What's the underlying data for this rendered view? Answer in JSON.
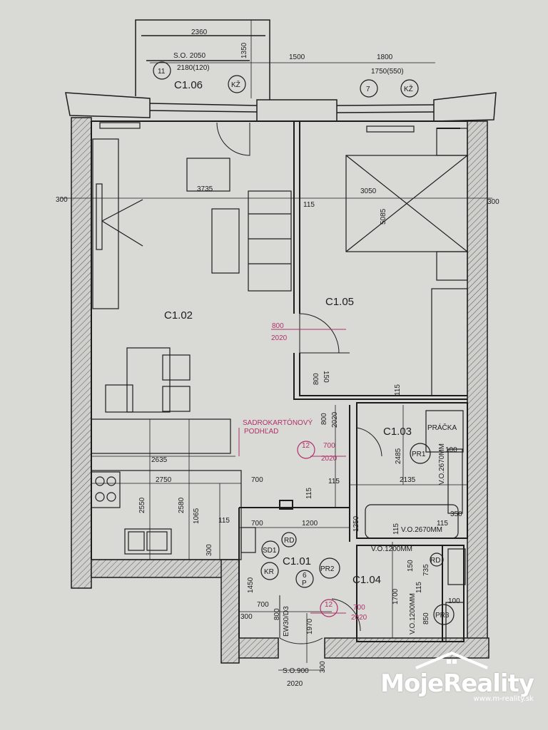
{
  "rooms": {
    "c101": "C1.01",
    "c102": "C1.02",
    "c103": "C1.03",
    "c104": "C1.04",
    "c105": "C1.05",
    "c106": "C1.06"
  },
  "labels": {
    "kz": "KŽ",
    "pracka": "PRÁČKA",
    "pr1": "PR1",
    "pr2": "PR2",
    "pr3": "PR3",
    "rd": "RD",
    "sd1": "SD1",
    "kr": "KR",
    "n11": "11",
    "n7": "7",
    "n12": "12",
    "n6": "6",
    "p": "P",
    "ew": "EW30/D3",
    "sadro1": "SADROKARTÓNOVÝ",
    "sadro2": "PODHĽAD"
  },
  "dims": {
    "d2360": "2360",
    "d1350": "1350",
    "so2050": "S.O. 2050",
    "d2180": "2180(120)",
    "d1500": "1500",
    "d1800": "1800",
    "d1750": "1750(550)",
    "d3735": "3735",
    "d3050": "3050",
    "d5085": "5085",
    "d300": "300",
    "d115": "115",
    "d800": "800",
    "d2020": "2020",
    "d150": "150",
    "d2635": "2635",
    "d2750": "2750",
    "d2550": "2550",
    "d2580": "2580",
    "d1065": "1065",
    "d700": "700",
    "d1200": "1200",
    "d2485": "2485",
    "d2135": "2135",
    "d100": "100",
    "d350": "350",
    "d1250": "1250",
    "d1700": "1700",
    "d735": "735",
    "d850": "850",
    "d1450": "1450",
    "d1970": "1970",
    "so900": "S.O.900",
    "vo2670a": "V.O.2670MM",
    "vo2670b": "V.O.2670MM",
    "vo1200a": "V.O.1200MM",
    "vo1200b": "V.O.1200MM"
  },
  "watermark": {
    "brand": "MojeReality",
    "url": "www.m-reality.sk"
  },
  "colors": {
    "paper": "#d9dad6",
    "line": "#1c1c1c",
    "accent": "#b0306a",
    "hatch": "#555555"
  }
}
